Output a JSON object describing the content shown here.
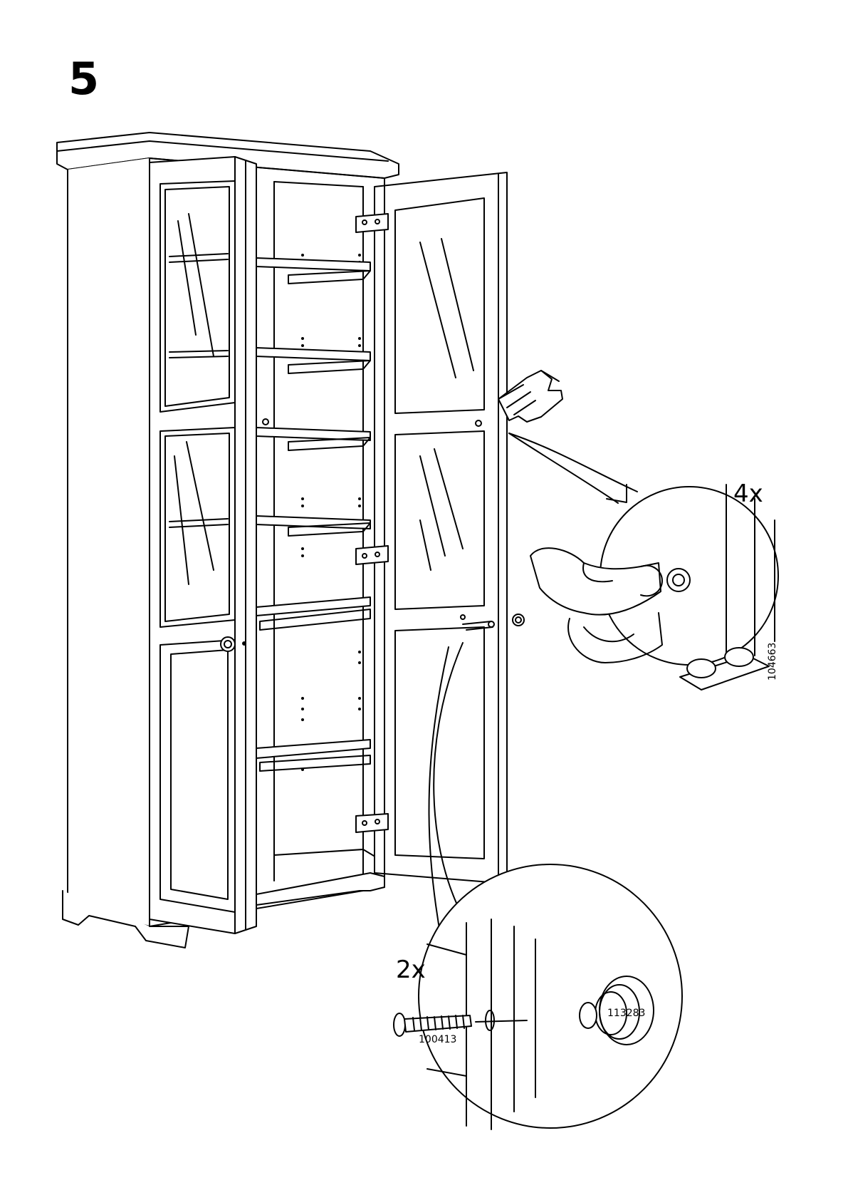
{
  "page": {
    "step_number": "5"
  },
  "detail_bumpers": {
    "quantity": "4x",
    "part_number": "104663"
  },
  "detail_knob": {
    "quantity": "2x",
    "screw_part_number": "100413",
    "knob_part_number": "113283"
  },
  "icons": [
    "pointing-hand-icon",
    "bumper-pad-icon",
    "screw-icon",
    "knob-icon",
    "hinge-icon"
  ]
}
